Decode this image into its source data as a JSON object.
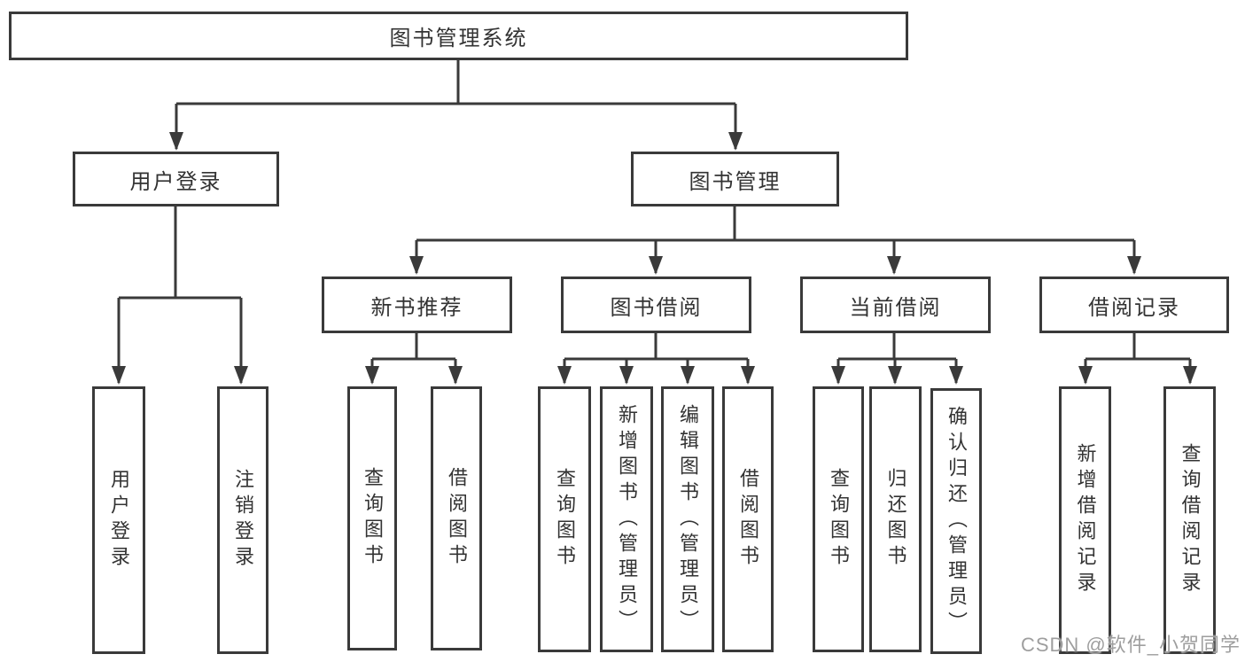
{
  "title": "图书管理系统",
  "tree": {
    "root": "图书管理系统",
    "user_login": {
      "label": "用户登录",
      "children": {
        "login": "用户登录",
        "logout": "注销登录"
      }
    },
    "book_management": {
      "label": "图书管理",
      "children": {
        "new_book_recommend": {
          "label": "新书推荐",
          "children": {
            "query_book": "查询图书",
            "borrow_book": "借阅图书"
          }
        },
        "book_borrow": {
          "label": "图书借阅",
          "children": {
            "query_book": "查询图书",
            "add_book": "新增图书（管理员）",
            "edit_book": "编辑图书（管理员）",
            "borrow_book": "借阅图书"
          }
        },
        "current_borrow": {
          "label": "当前借阅",
          "children": {
            "query_book": "查询图书",
            "return_book": "归还图书",
            "confirm_return": "确认归还（管理员）"
          }
        },
        "borrow_records": {
          "label": "借阅记录",
          "children": {
            "add_record": "新增借阅记录",
            "query_record": "查询借阅记录"
          }
        }
      }
    }
  },
  "watermark": "CSDN @软件_小贺同学",
  "colors": {
    "line": "#3a3a3a",
    "text": "#333333",
    "background": "#ffffff",
    "watermark": "#9e9e9e"
  }
}
